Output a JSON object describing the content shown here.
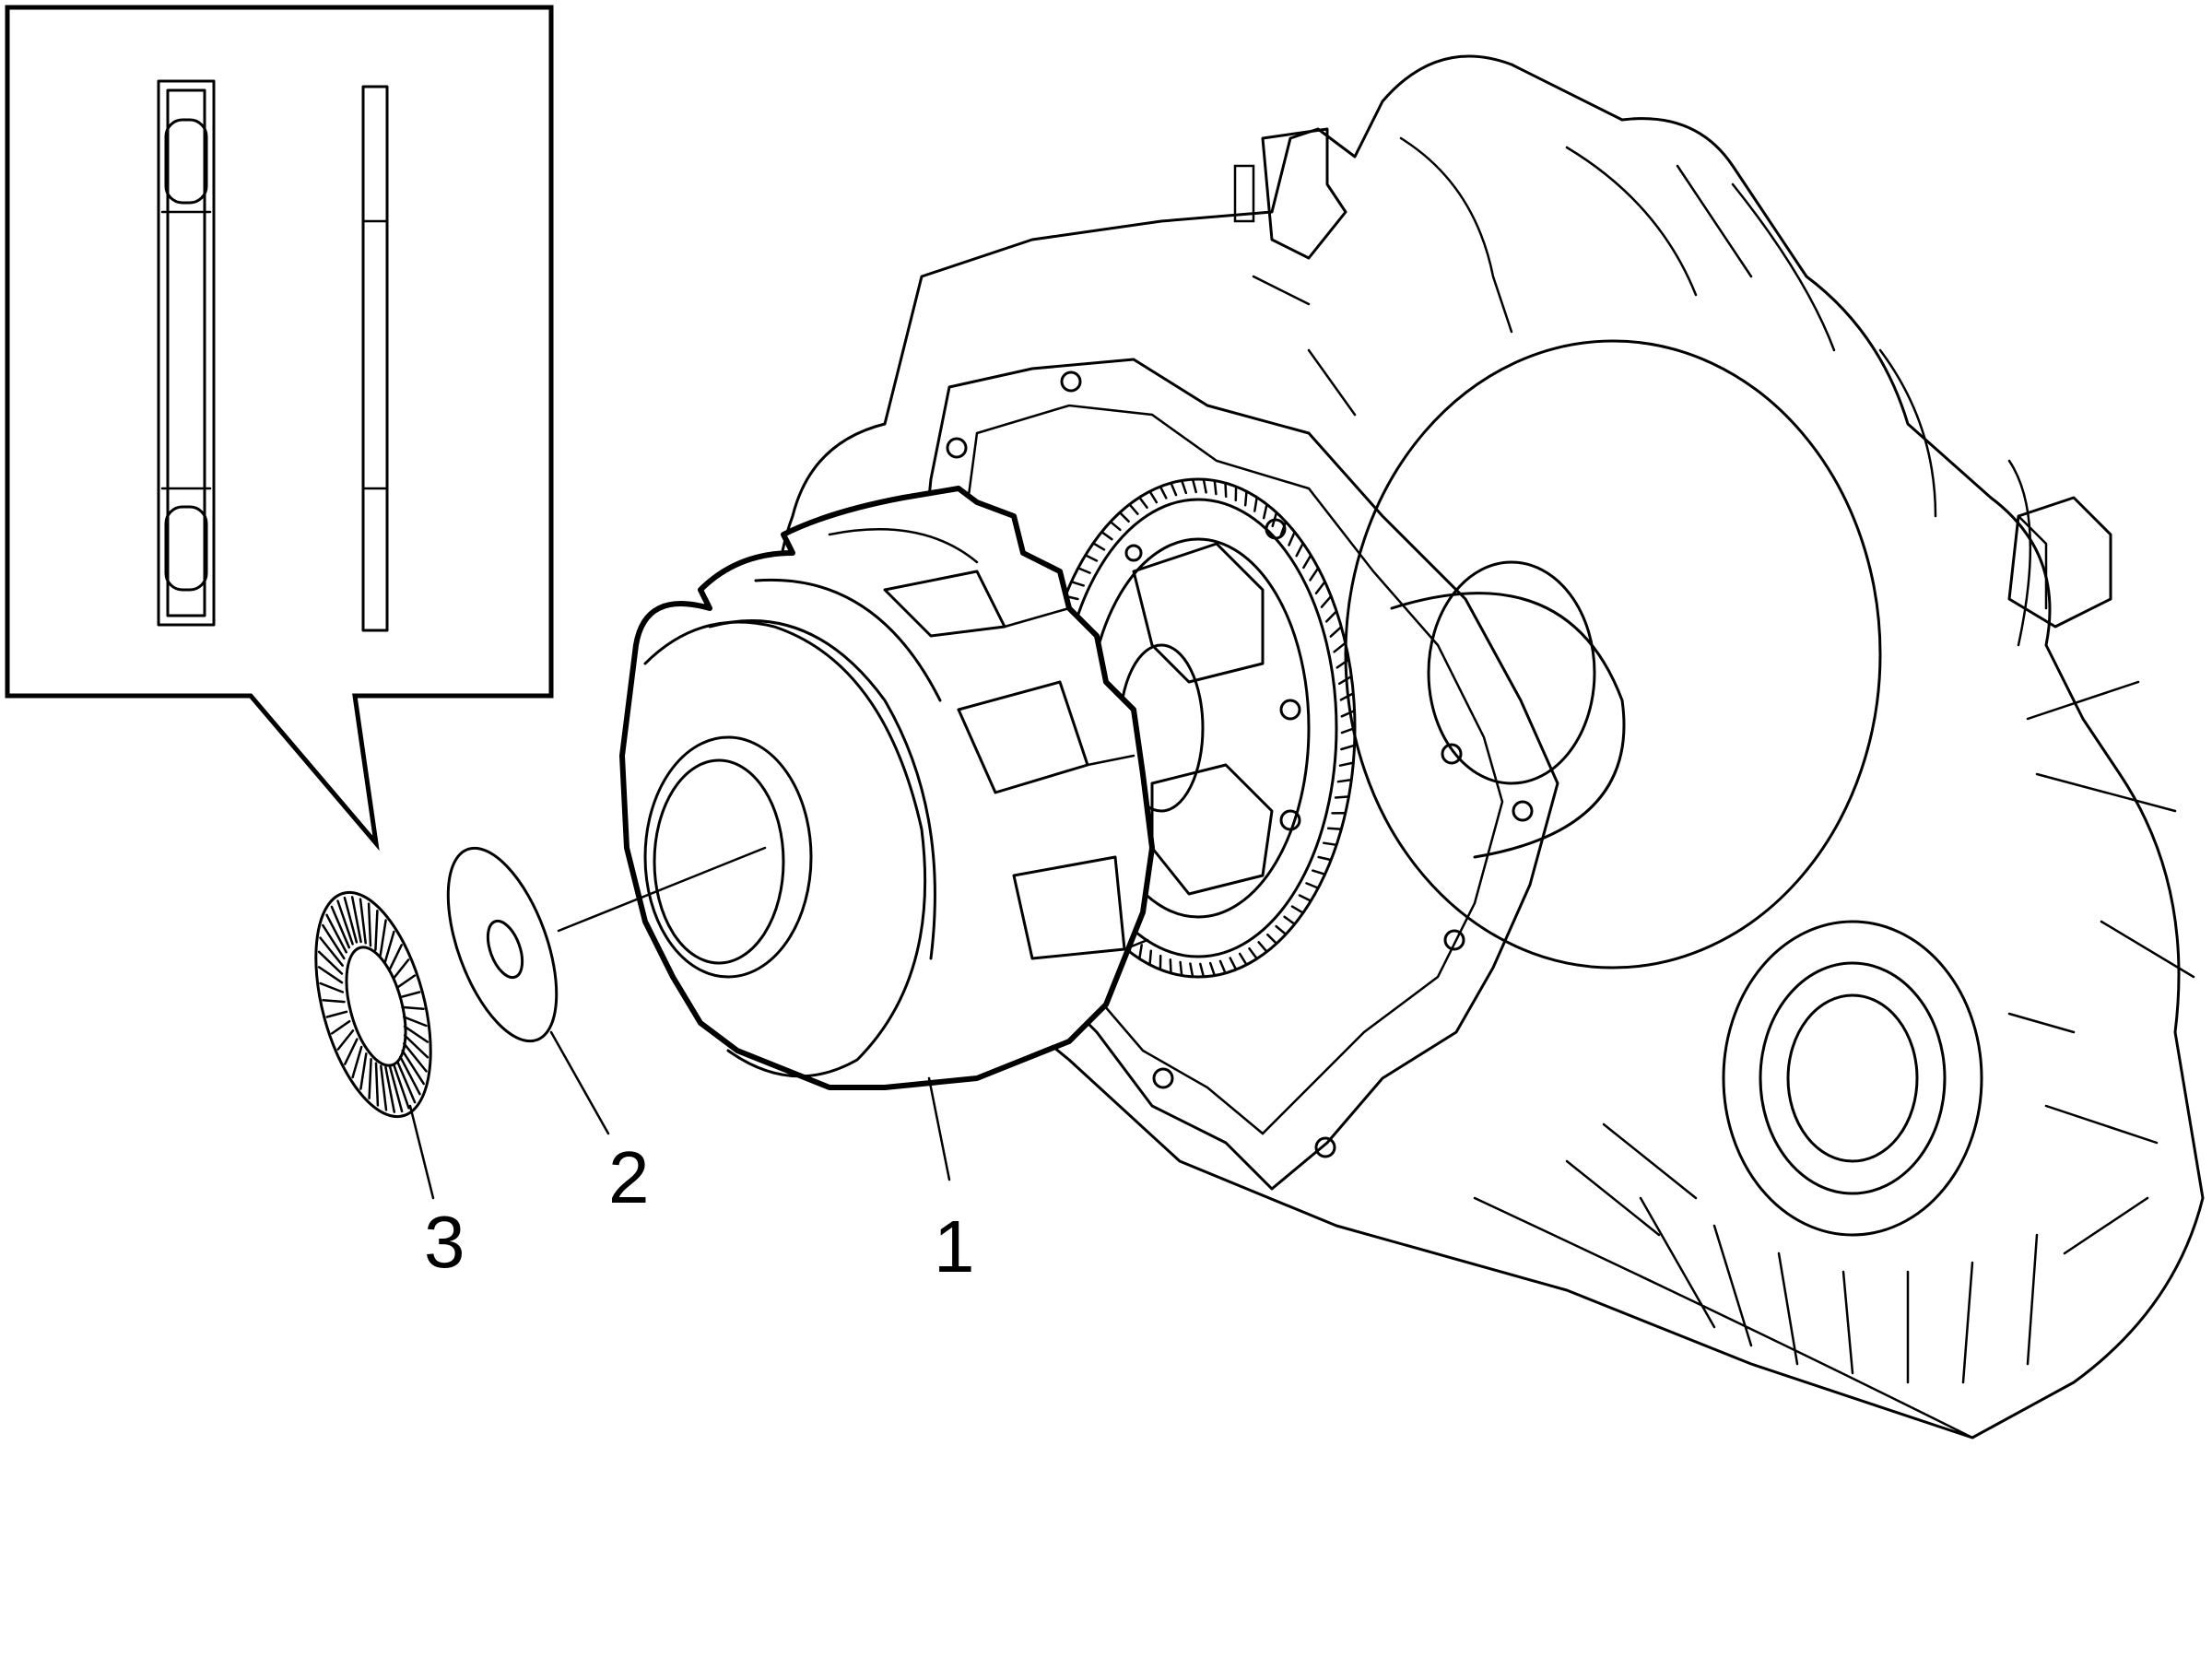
{
  "diagram": {
    "kind": "exploded-view",
    "line_color": "#000000",
    "background": "#ffffff",
    "callouts": [
      {
        "id": "1",
        "label": "1"
      },
      {
        "id": "2",
        "label": "2"
      },
      {
        "id": "3",
        "label": "3"
      }
    ],
    "inset": {
      "shows": [
        "thrust-needle-bearing-section",
        "thrust-washer-section"
      ]
    }
  }
}
